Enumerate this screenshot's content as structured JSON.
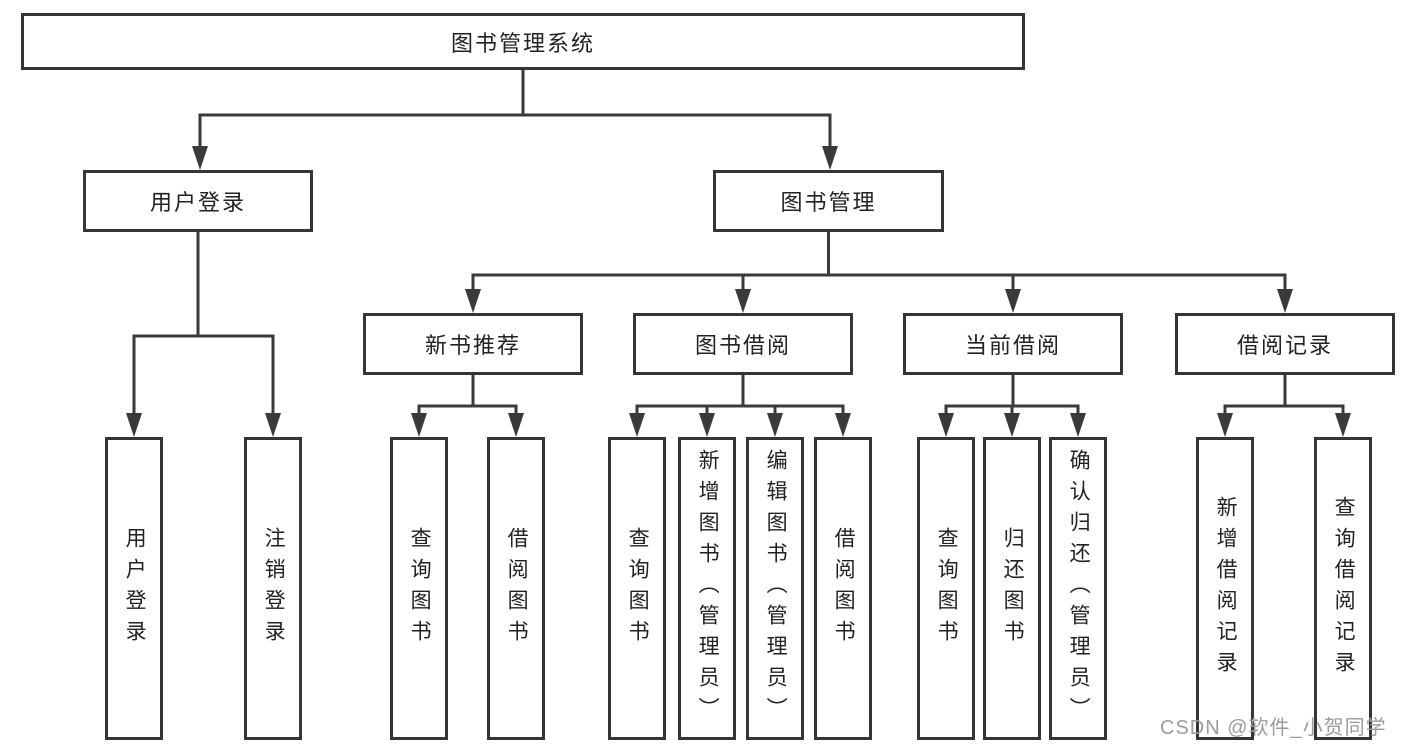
{
  "diagram": {
    "root_label": "图书管理系统",
    "level2": {
      "user_login": "用户登录",
      "book_mgmt": "图书管理"
    },
    "level3": {
      "new_rec": "新书推荐",
      "borrow": "图书借阅",
      "current": "当前借阅",
      "records": "借阅记录"
    },
    "leaves": {
      "user_login": [
        "用户登录",
        "注销登录"
      ],
      "new_rec": [
        "查询图书",
        "借阅图书"
      ],
      "borrow": [
        "查询图书",
        "新增图书（管理员）",
        "编辑图书（管理员）",
        "借阅图书"
      ],
      "current": [
        "查询图书",
        "归还图书",
        "确认归还（管理员）"
      ],
      "records": [
        "新增借阅记录",
        "查询借阅记录"
      ]
    },
    "colors": {
      "line": "#3a3a3a",
      "text": "#222222",
      "watermark": "#9c9c9c",
      "background": "#ffffff"
    },
    "watermark": {
      "text": "CSDN @软件_小贺同学"
    }
  }
}
